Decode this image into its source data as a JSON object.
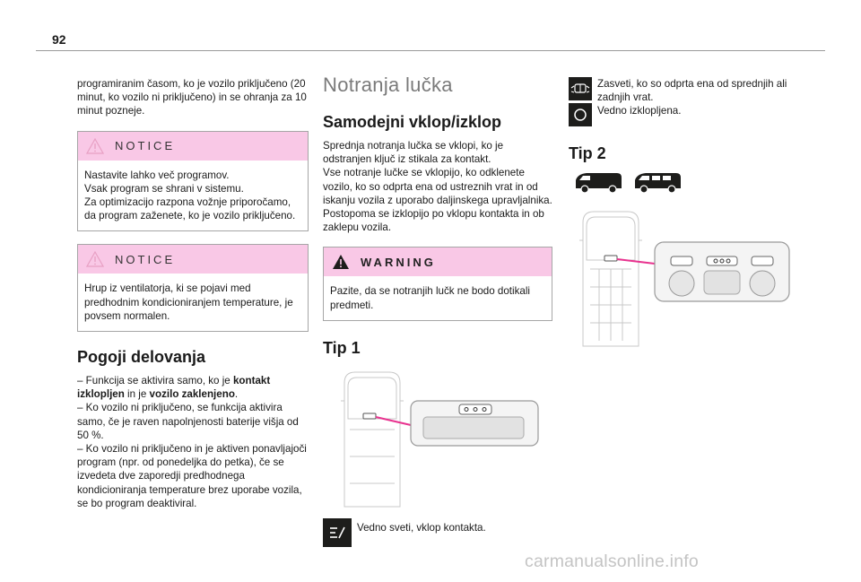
{
  "page": {
    "number": "92"
  },
  "col1": {
    "intro": "programiranim časom, ko je vozilo priključeno (20 minut, ko vozilo ni priključeno) in se ohranja za 10 minut pozneje.",
    "notice1": {
      "title": "NOTICE",
      "lines": [
        "Nastavite lahko več programov.",
        "Vsak program se shrani v sistemu.",
        "Za optimizacijo razpona vožnje priporočamo, da program zaženete, ko je vozilo priključeno."
      ]
    },
    "notice2": {
      "title": "NOTICE",
      "text": "Hrup iz ventilatorja, ki se pojavi med predhodnim kondicioniranjem temperature, je povsem normalen."
    },
    "conditions": {
      "heading": "Pogoji delovanja",
      "item1_pre": "–  Funkcija se aktivira samo, ko je ",
      "item1_b1": "kontakt izklopljen",
      "item1_mid": " in je ",
      "item1_b2": "vozilo zaklenjeno",
      "item1_end": ".",
      "item2": "–  Ko vozilo ni priključeno, se funkcija aktivira samo, če je raven napolnjenosti baterije višja od 50 %.",
      "item3": "–  Ko vozilo ni priključeno in je aktiven ponavljajoči program (npr. od ponedeljka do petka), če se izvedeta dve zaporedji predhodnega kondicioniranja temperature brez uporabe vozila, se bo program deaktiviral."
    }
  },
  "col2": {
    "section_title": "Notranja lučka",
    "auto_heading": "Samodejni vklop/izklop",
    "auto_lines": [
      "Sprednja notranja lučka se vklopi, ko je odstranjen ključ iz stikala za kontakt.",
      "Vse notranje lučke se vklopijo, ko odklenete vozilo, ko so odprta ena od ustreznih vrat in od iskanju vozila z uporabo daljinskega upravljalnika.",
      "Postopoma se izklopijo po vklopu kontakta in ob zaklepu vozila."
    ],
    "warning": {
      "title": "WARNING",
      "text": "Pazite, da se notranjih lučk ne bodo dotikali predmeti."
    },
    "type1_heading": "Tip 1",
    "type1_caption": "Vedno sveti, vklop kontakta."
  },
  "col3": {
    "door_text": "Zasveti, ko so odprta ena od sprednjih ali zadnjih vrat.",
    "off_text": "Vedno izklopljena.",
    "type2_heading": "Tip 2"
  },
  "colors": {
    "notice_band": "#f9c8e6",
    "pointer": "#e8338f",
    "icon_bg": "#1d1d1b"
  },
  "watermark": "carmanualsonline.info"
}
